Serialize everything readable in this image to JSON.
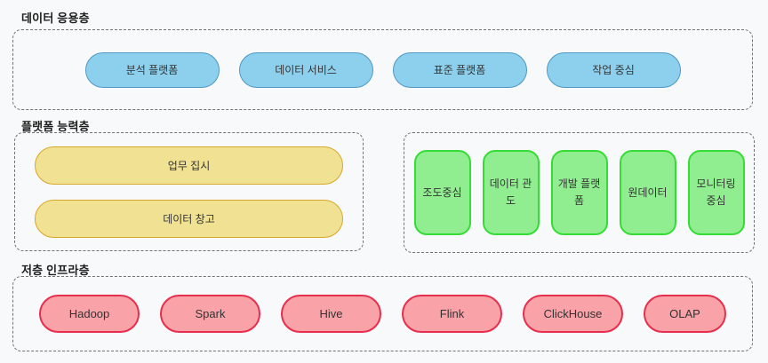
{
  "layers": {
    "application": {
      "title": "데이터 응용층",
      "items": [
        "분석 플랫폼",
        "데이터 서비스",
        "표준 플랫폼",
        "작업 중심"
      ]
    },
    "platform": {
      "title": "플랫폼 능력층",
      "capability_items": [
        "업무 집시",
        "데이터 창고"
      ],
      "service_items": [
        "조도중심",
        "데이터 관도",
        "개발 플랫폼",
        "원데이터",
        "모니터링 중심"
      ]
    },
    "infrastructure": {
      "title": "저층 인프라층",
      "items": [
        "Hadoop",
        "Spark",
        "Hive",
        "Flink",
        "ClickHouse",
        "OLAP"
      ]
    }
  },
  "colors": {
    "background": "#f8f9fa",
    "container_border": "#707070",
    "application_node_fill": "#8dd0ee",
    "application_node_border": "#4e97c2",
    "capability_node_fill": "#f0e292",
    "capability_node_border": "#d8a62a",
    "service_node_fill": "#90ee90",
    "service_node_border": "#35dc35",
    "infrastructure_node_fill": "#f9a2a8",
    "infrastructure_node_border": "#e62e4d",
    "node_text": "#333333",
    "title_text": "#1f1f1f"
  }
}
